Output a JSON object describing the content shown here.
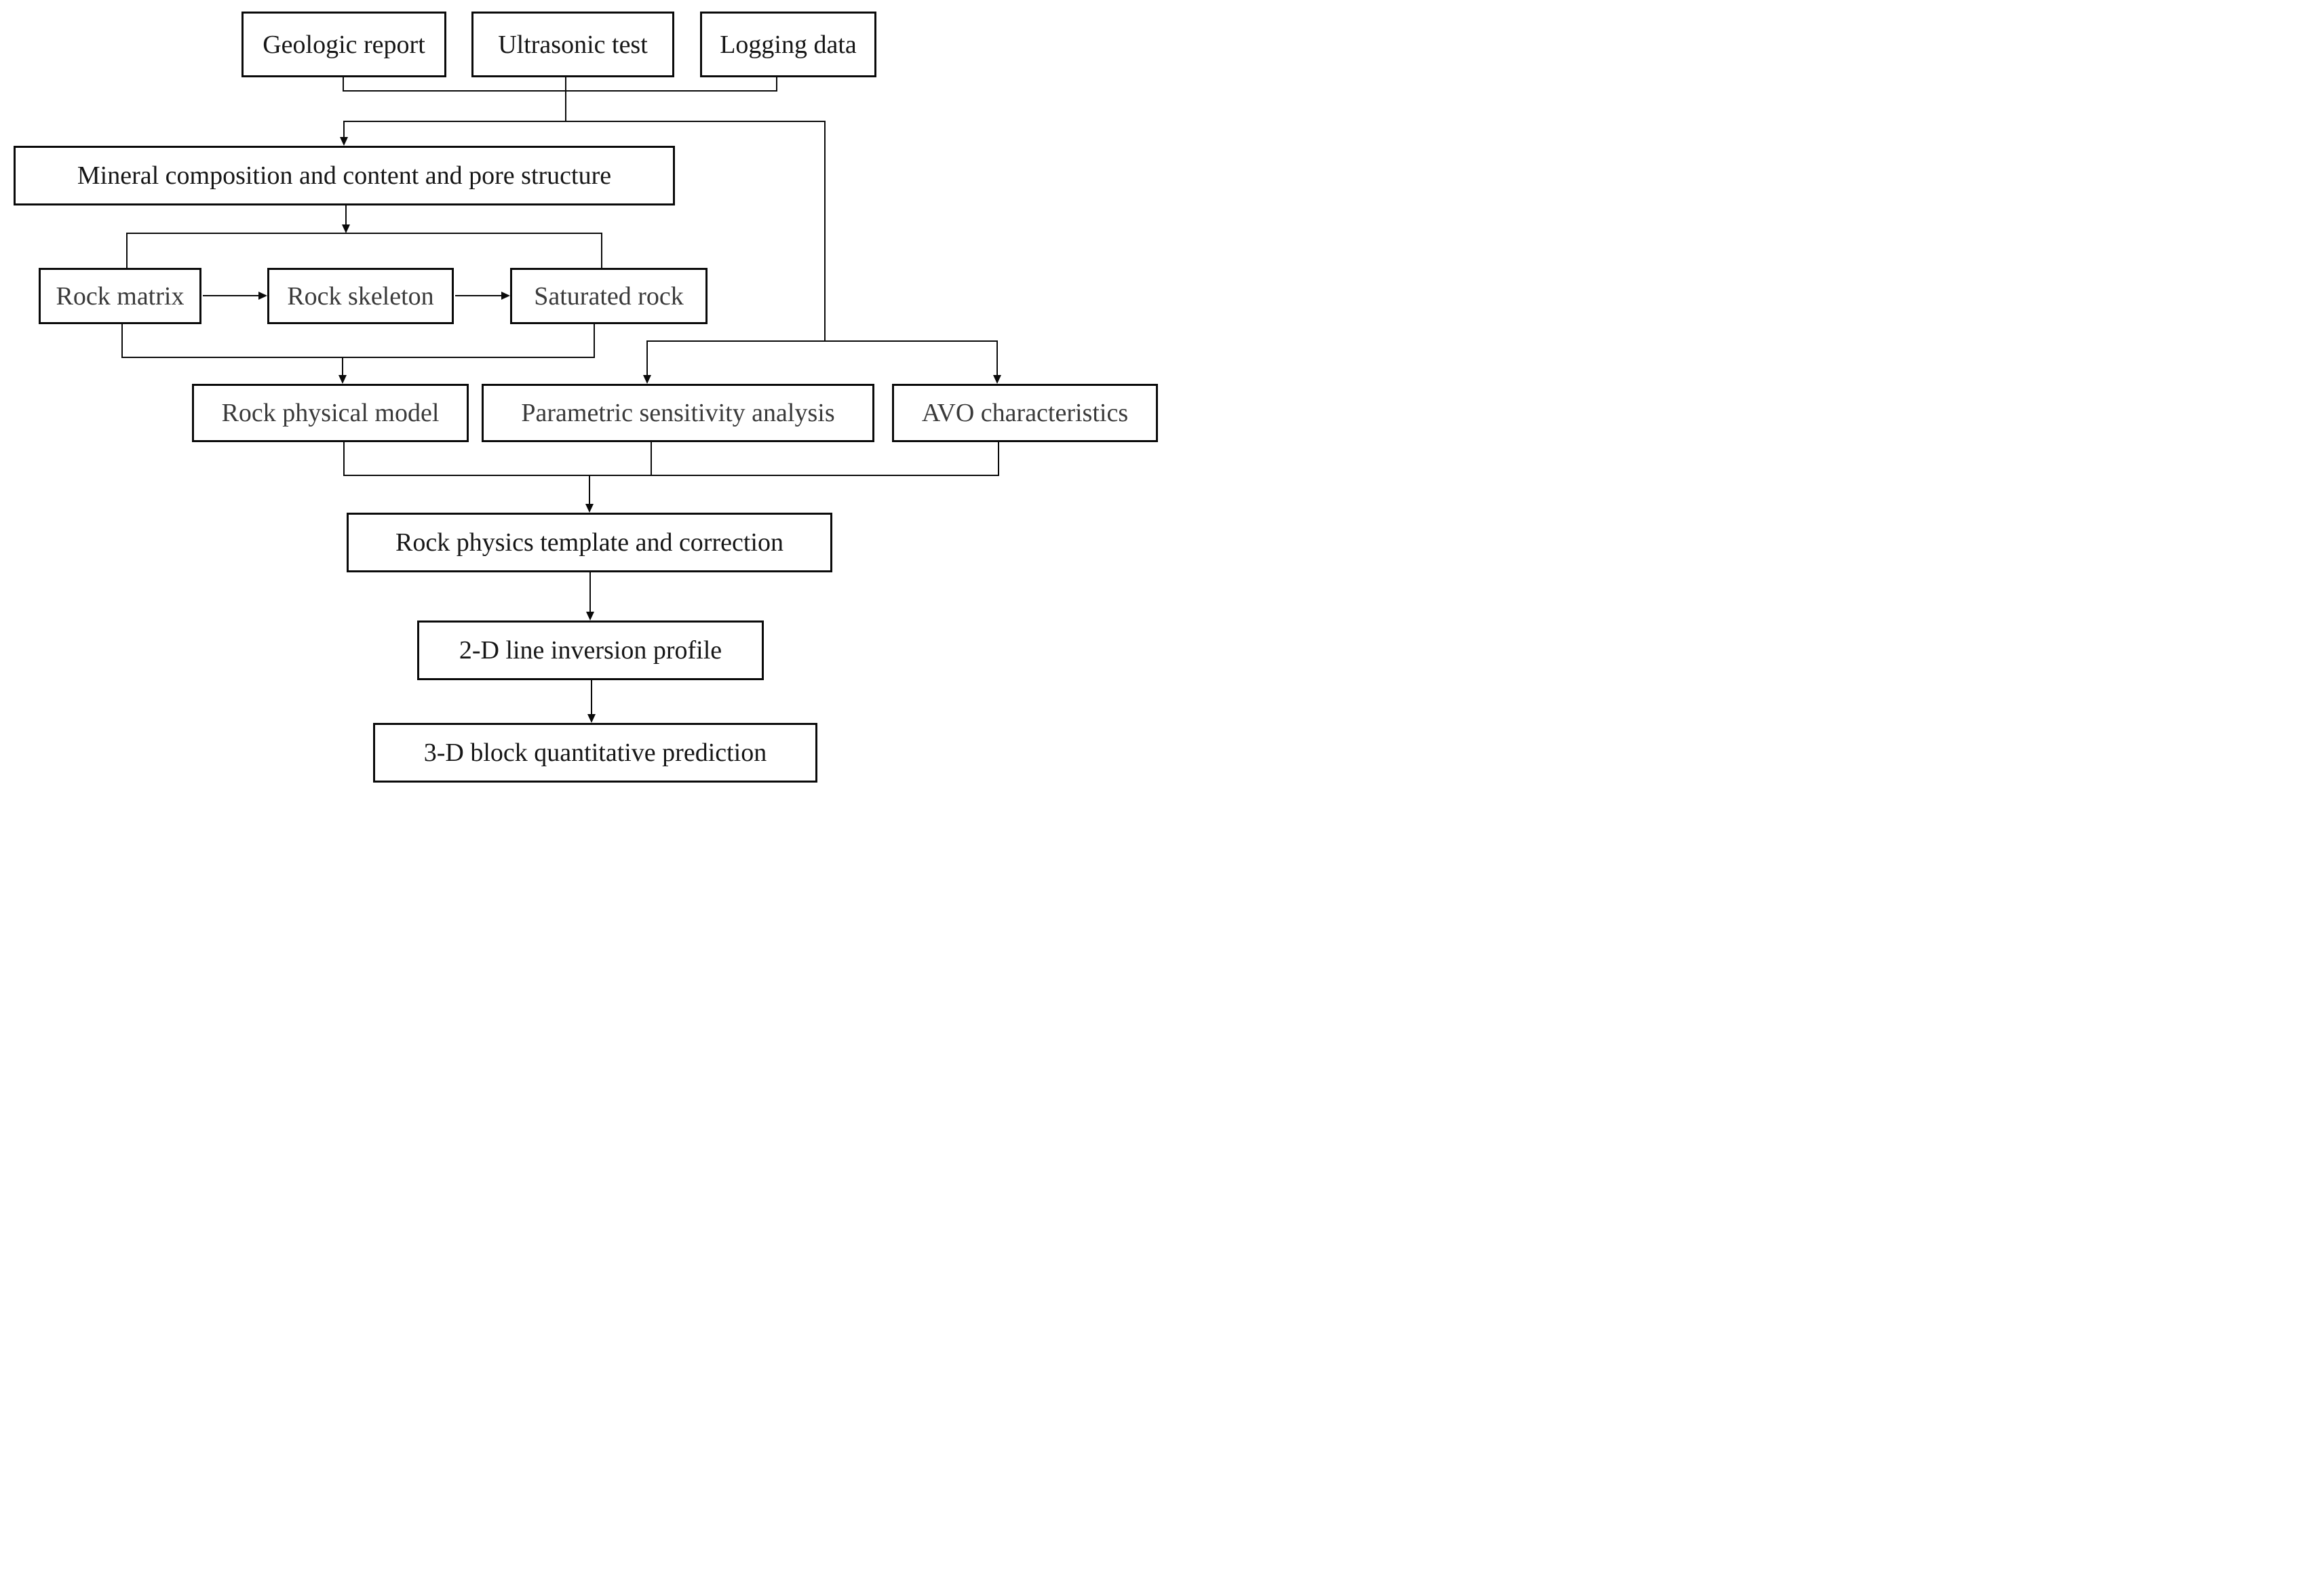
{
  "diagram": {
    "type": "flowchart",
    "background": "#ffffff",
    "line_color": "#0a0a0a",
    "text_color_dark": "#161616",
    "text_color_gray": "#3a3a3a"
  },
  "nodes": {
    "geologic": {
      "label": "Geologic report"
    },
    "ultrasonic": {
      "label": "Ultrasonic test"
    },
    "logging": {
      "label": "Logging data"
    },
    "mineral": {
      "label": "Mineral composition and content and pore structure"
    },
    "matrix": {
      "label": "Rock matrix"
    },
    "skeleton": {
      "label": "Rock skeleton"
    },
    "saturated": {
      "label": "Saturated rock"
    },
    "physical": {
      "label": "Rock physical model"
    },
    "parametric": {
      "label": "Parametric sensitivity analysis"
    },
    "avo": {
      "label": "AVO characteristics"
    },
    "template": {
      "label": "Rock physics template and correction"
    },
    "line2d": {
      "label": "2-D line inversion profile"
    },
    "block3d": {
      "label": "3-D block quantitative prediction"
    }
  },
  "edges": [
    {
      "from": "Geologic report",
      "to": "Mineral composition and content and pore structure"
    },
    {
      "from": "Ultrasonic test",
      "to": "Mineral composition and content and pore structure"
    },
    {
      "from": "Logging data",
      "to": "Mineral composition and content and pore structure"
    },
    {
      "from": "Geologic report / Ultrasonic test / Logging data",
      "to": "Parametric sensitivity analysis"
    },
    {
      "from": "Geologic report / Ultrasonic test / Logging data",
      "to": "AVO characteristics"
    },
    {
      "from": "Mineral composition and content and pore structure",
      "to": "Rock matrix"
    },
    {
      "from": "Mineral composition and content and pore structure",
      "to": "Saturated rock"
    },
    {
      "from": "Rock matrix",
      "to": "Rock skeleton"
    },
    {
      "from": "Rock skeleton",
      "to": "Saturated rock"
    },
    {
      "from": "Rock matrix",
      "to": "Rock physical model"
    },
    {
      "from": "Saturated rock",
      "to": "Rock physical model"
    },
    {
      "from": "Rock physical model",
      "to": "Rock physics template and correction"
    },
    {
      "from": "Parametric sensitivity analysis",
      "to": "Rock physics template and correction"
    },
    {
      "from": "AVO characteristics",
      "to": "Rock physics template and correction"
    },
    {
      "from": "Rock physics template and correction",
      "to": "2-D line inversion profile"
    },
    {
      "from": "2-D line inversion profile",
      "to": "3-D block quantitative prediction"
    }
  ]
}
